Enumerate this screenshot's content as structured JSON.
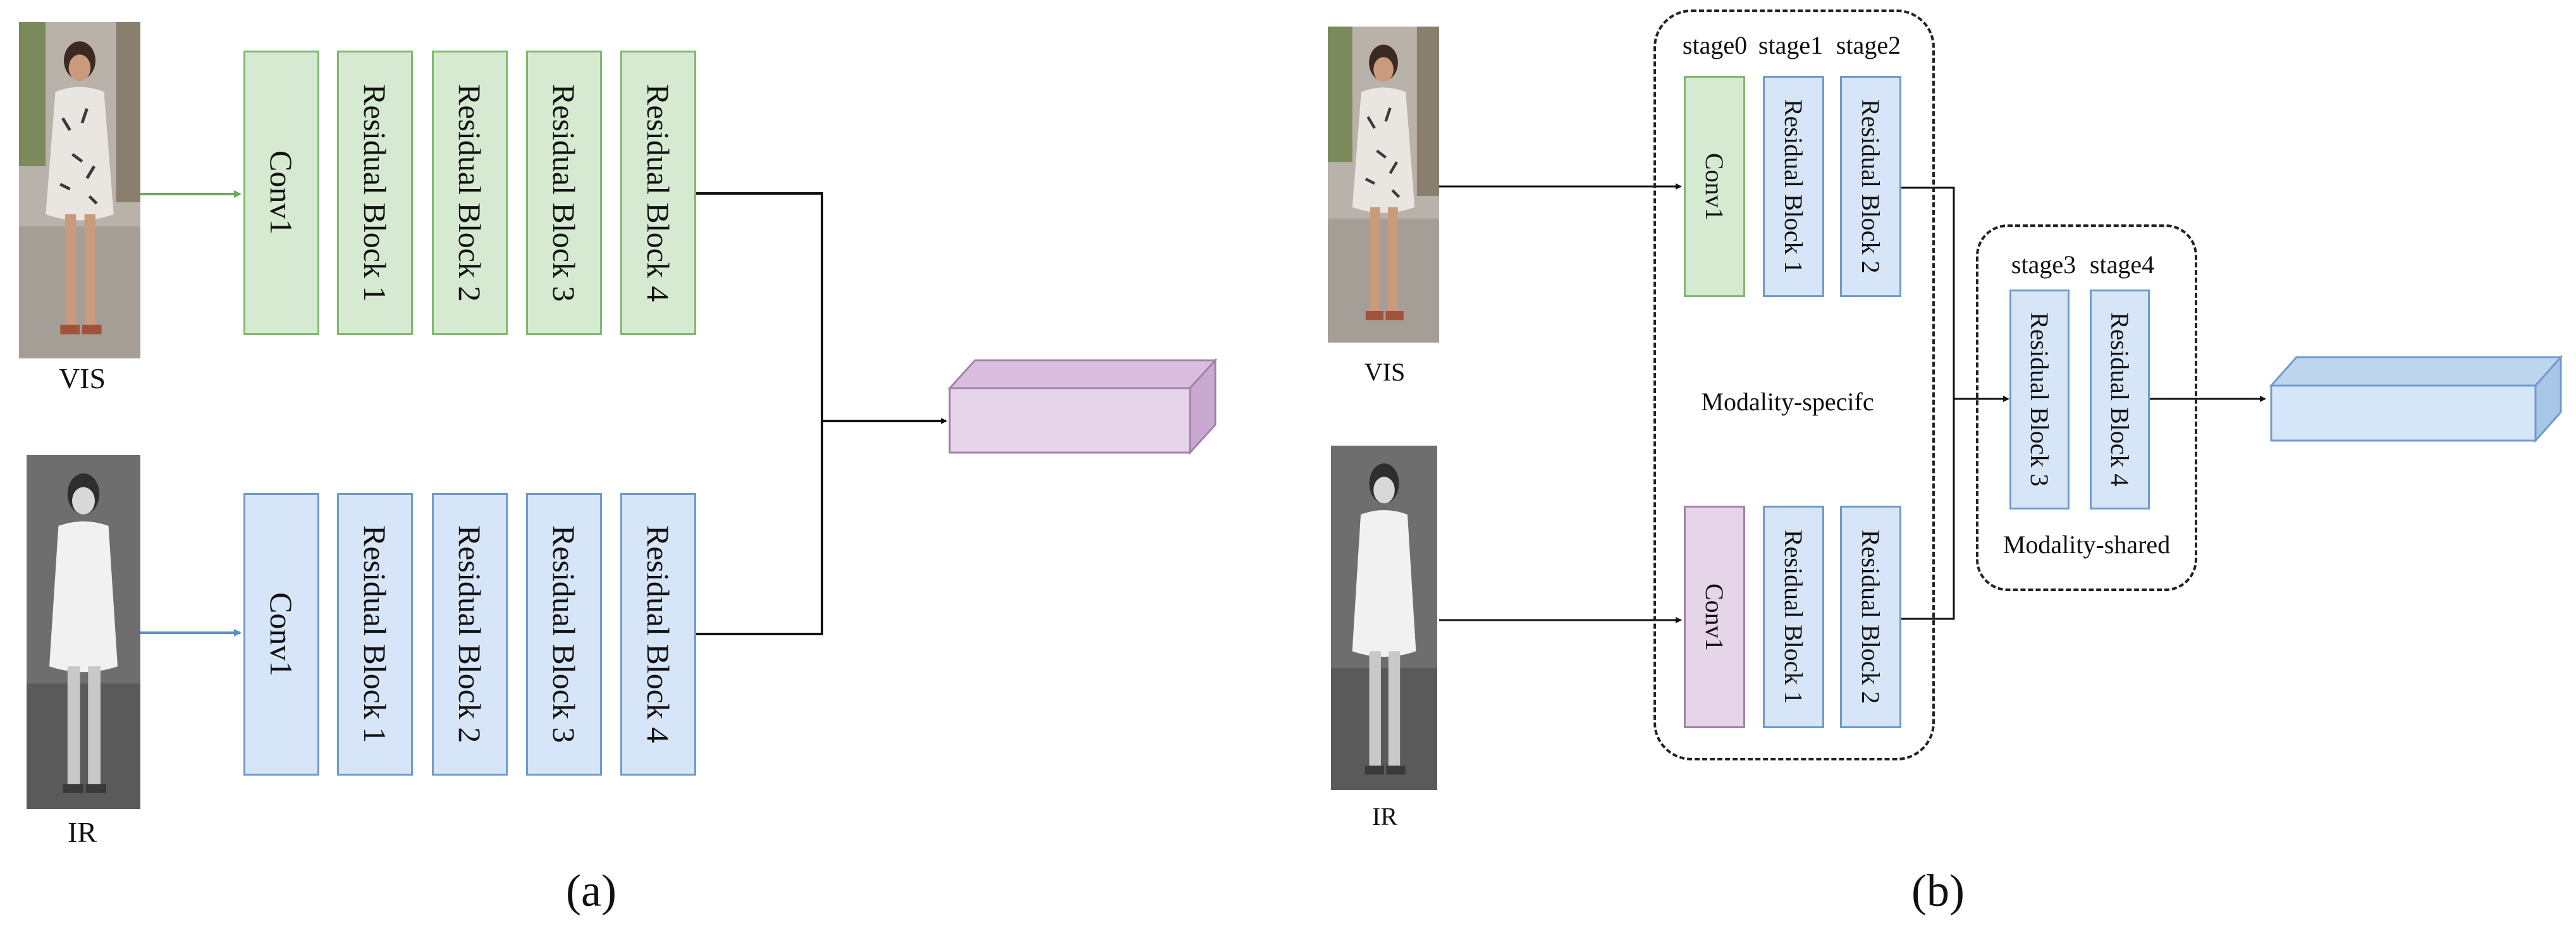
{
  "panel_a": {
    "caption": "(a)",
    "vis_label": "VIS",
    "ir_label": "IR",
    "vis_branch": [
      "Conv1",
      "Residual Block 1",
      "Residual Block 2",
      "Residual Block 3",
      "Residual Block 4"
    ],
    "ir_branch": [
      "Conv1",
      "Residual Block 1",
      "Residual Block 2",
      "Residual Block 3",
      "Residual Block 4"
    ]
  },
  "panel_b": {
    "caption": "(b)",
    "vis_label": "VIS",
    "ir_label": "IR",
    "stages": [
      "stage0",
      "stage1",
      "stage2",
      "stage3",
      "stage4"
    ],
    "vis_branch": [
      "Conv1",
      "Residual Block 1",
      "Residual Block 2"
    ],
    "ir_branch": [
      "Conv1",
      "Residual Block 1",
      "Residual Block 2"
    ],
    "shared_branch": [
      "Residual Block 3",
      "Residual Block 4"
    ],
    "specific_label": "Modality-specifc",
    "shared_label": "Modality-shared"
  },
  "colors": {
    "vis_block": "#d5ead0",
    "ir_block": "#d6e5f7",
    "feature_a": "#e6d4e8",
    "feature_b": "#d6e5f7"
  }
}
